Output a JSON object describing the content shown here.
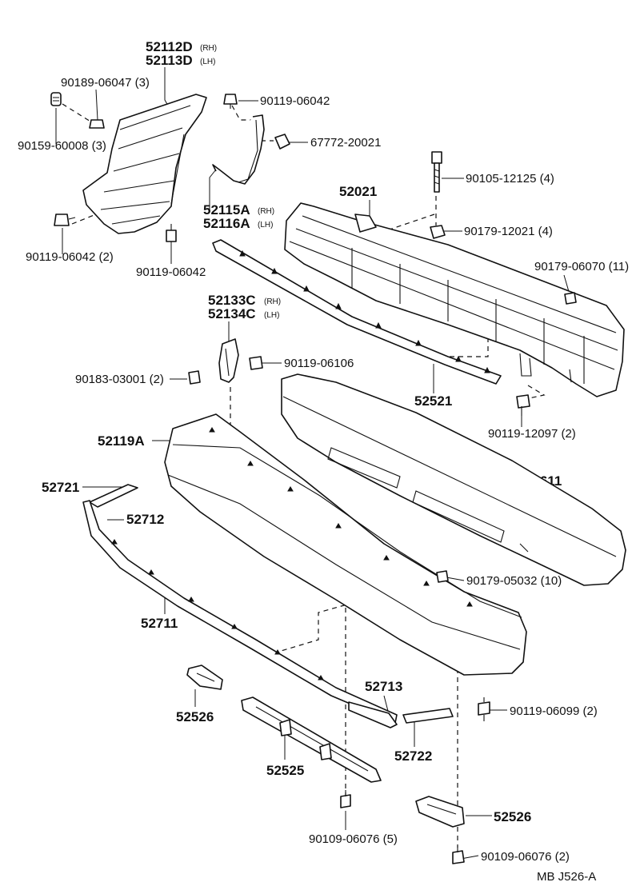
{
  "labels": {
    "p52112D": "52112D",
    "p52112D_side": "(RH)",
    "p52113D": "52113D",
    "p52113D_side": "(LH)",
    "p90189": "90189-06047 (3)",
    "p90159": "90159-60008 (3)",
    "p90119_06042_top": "90119-06042",
    "p67772": "67772-20021",
    "p90105": "90105-12125 (4)",
    "p52021": "52021",
    "p90179_12021": "90179-12021 (4)",
    "p52115A": "52115A",
    "p52115A_side": "(RH)",
    "p52116A": "52116A",
    "p52116A_side": "(LH)",
    "p90119_06042_2": "90119-06042 (2)",
    "p90119_06042_bottom": "90119-06042",
    "p90179_06070": "90179-06070 (11)",
    "p52133C": "52133C",
    "p52133C_side": "(RH)",
    "p52134C": "52134C",
    "p52134C_side": "(LH)",
    "p90183": "90183-03001 (2)",
    "p90119_06106": "90119-06106",
    "p52521": "52521",
    "p90119_12097": "90119-12097 (2)",
    "p52119A": "52119A",
    "p52611": "52611",
    "p52721": "52721",
    "p52712": "52712",
    "p90179_05032": "90179-05032 (10)",
    "p52711": "52711",
    "p52713": "52713",
    "p52526_left": "52526",
    "p90119_06099": "90119-06099 (2)",
    "p52722": "52722",
    "p52525": "52525",
    "p52526_right": "52526",
    "p90109_06076_5": "90109-06076 (5)",
    "p90109_06076_2": "90109-06076 (2)",
    "footer_code": "MB  J526-A"
  }
}
